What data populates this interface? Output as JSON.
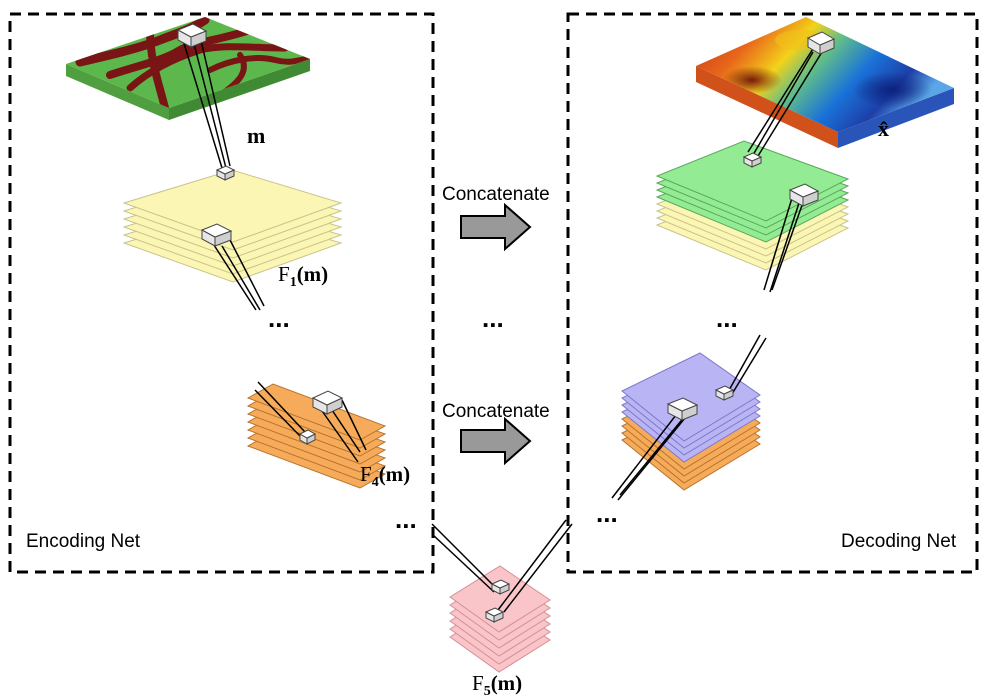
{
  "labels": {
    "encoding_net": "Encoding Net",
    "decoding_net": "Decoding Net",
    "concatenate_1": "Concatenate",
    "concatenate_2": "Concatenate",
    "input": "m",
    "output": "x̂",
    "f1_main": "F",
    "f1_sub": "1",
    "f1_arg": "(m)",
    "f4_main": "F",
    "f4_sub": "4",
    "f4_arg": "(m)",
    "f5_main": "F",
    "f5_sub": "5",
    "f5_arg": "(m)",
    "ellipsis_enc_1": "...",
    "ellipsis_enc_2": "...",
    "ellipsis_mid": "...",
    "ellipsis_dec_1": "...",
    "ellipsis_dec_2": "..."
  },
  "colors": {
    "input_map_green": "#5cb84c",
    "input_map_channel": "#7a1515",
    "f1_layer": "#fbf6b4",
    "f4_layer": "#f5ab5a",
    "f5_layer": "#f9c5c8",
    "decoder_green_layer": "#93ec94",
    "decoder_blue_layer": "#b9b5f4",
    "arrow_fill": "#999999",
    "border": "#000000"
  }
}
